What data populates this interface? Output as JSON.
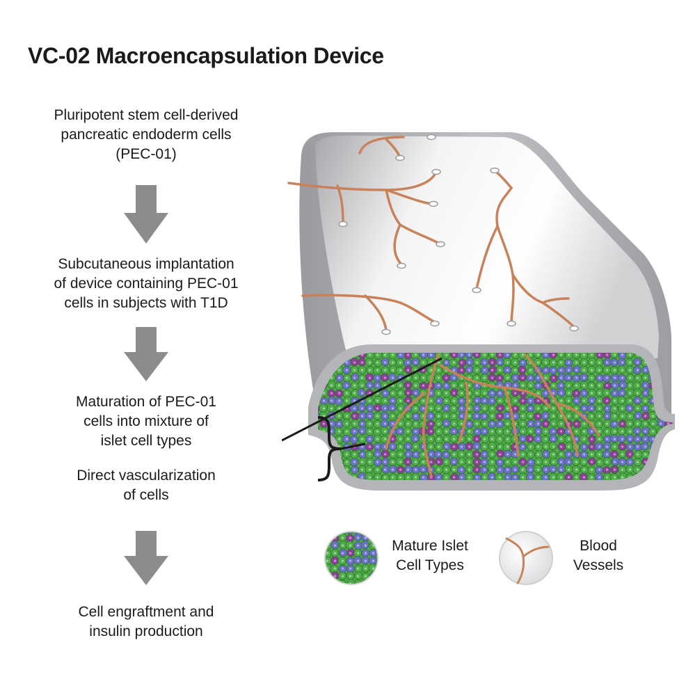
{
  "title": "VC-02 Macroencapsulation Device",
  "flow": {
    "step1": [
      "Pluripotent stem cell-derived",
      "pancreatic endoderm cells",
      "(PEC-01)"
    ],
    "step2": [
      "Subcutaneous implantation",
      "of device containing PEC-01",
      "cells in subjects with T1D"
    ],
    "step3a": [
      "Maturation of PEC-01",
      "cells into mixture of",
      "islet cell types"
    ],
    "step3b": [
      "Direct vascularization",
      "of cells"
    ],
    "step4": [
      "Cell engraftment and",
      "insulin production"
    ]
  },
  "legend": {
    "cells": [
      "Mature Islet",
      "Cell Types"
    ],
    "vessels": [
      "Blood",
      "Vessels"
    ]
  },
  "colors": {
    "arrow": "#8c8c8c",
    "device_shell": "#b9babd",
    "vessel": "#c8825a",
    "cell_green": "#4fae49",
    "cell_blue": "#6a72c6",
    "cell_purple": "#8e3f97"
  }
}
